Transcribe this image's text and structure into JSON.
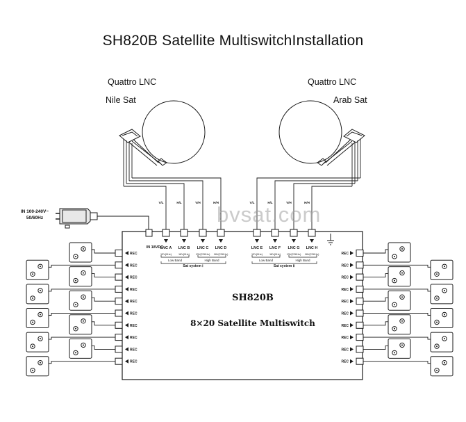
{
  "title": "SH820B Satellite  MultiswitchInstallation",
  "dish_left": {
    "lnc_type": "Quattro LNC",
    "satellite": "Nile Sat"
  },
  "dish_right": {
    "lnc_type": "Quattro LNC",
    "satellite": "Arab Sat"
  },
  "watermark": "bvsat.com",
  "power_supply": {
    "label_line1": "IN 100-240V~",
    "label_line2": "50/60Hz"
  },
  "cable_labels_left": [
    "V/L",
    "H/L",
    "V/H",
    "H/H"
  ],
  "cable_labels_right": [
    "V/L",
    "H/L",
    "V/H",
    "H/H"
  ],
  "switch": {
    "model": "SH820B",
    "description": "8×20 Satellite Multiswitch",
    "power_input_label": "IN 18VDC",
    "ground_symbol": "⏚",
    "inputs_group1": [
      {
        "name": "LNC A",
        "spec": "13V(0Hz)"
      },
      {
        "name": "LNC B",
        "spec": "18V(0Hz)"
      },
      {
        "name": "LNC C",
        "spec": "13V(22KHz)"
      },
      {
        "name": "LNC D",
        "spec": "18V(22KHz)"
      }
    ],
    "inputs_group2": [
      {
        "name": "LNC E",
        "spec": "13V(0Hz)"
      },
      {
        "name": "LNC F",
        "spec": "18V(0Hz)"
      },
      {
        "name": "LNC G",
        "spec": "13V(22KHz)"
      },
      {
        "name": "LNC H",
        "spec": "18V(22KHz)"
      }
    ],
    "band_low": "Low Band",
    "band_high": "High Band",
    "sat_system_1": "Sat system Ⅰ",
    "sat_system_2": "Sat system Ⅱ",
    "output_label": "REC",
    "outputs_left_count": 10,
    "outputs_right_count": 10
  },
  "colors": {
    "line": "#1a1a1a",
    "background": "#ffffff",
    "watermark": "#a0a0a0"
  }
}
